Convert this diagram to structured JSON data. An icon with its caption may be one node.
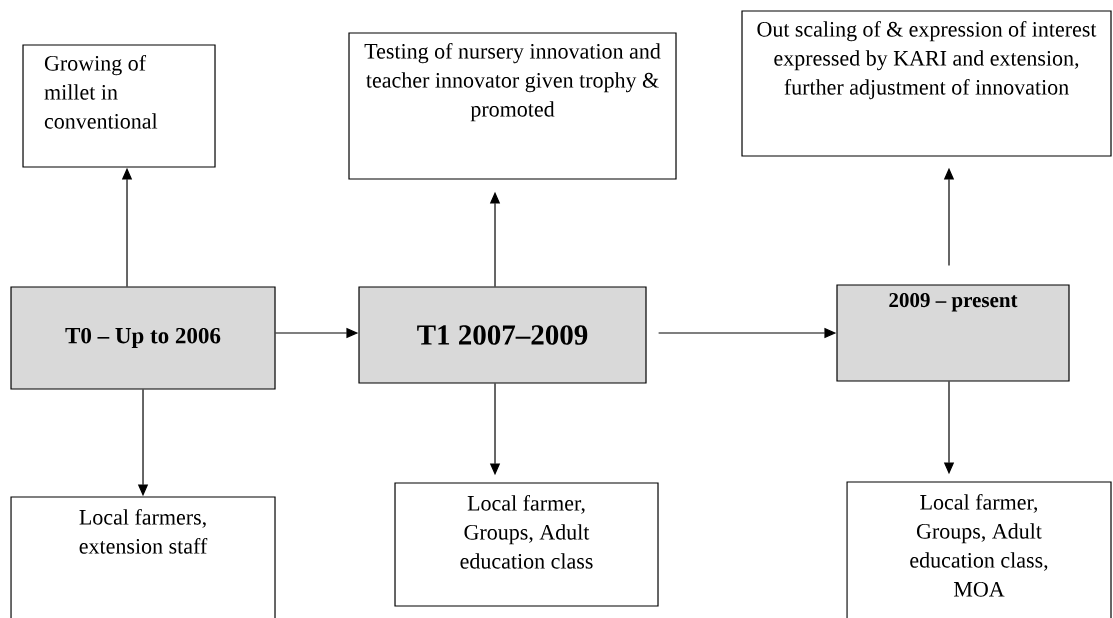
{
  "diagram": {
    "nodes": [
      {
        "text": [
          "T0 – Up to 2006"
        ]
      },
      {
        "text": [
          "T1 2007–2009"
        ]
      },
      {
        "text": [
          "2009 – present"
        ]
      },
      {
        "text": [
          "Growing of millet in conventional"
        ]
      },
      {
        "text": [
          "Testing of nursery innovation and teacher innovator given trophy & promoted"
        ]
      },
      {
        "text": [
          "Out scaling of & expression of interest expressed by KARI and extension, further adjustment of innovation"
        ]
      },
      {
        "text": [
          "Local farmers, extension staff"
        ]
      },
      {
        "text": [
          "Local farmer, Groups, Adult education class"
        ]
      },
      {
        "text": [
          "Local farmer, Groups, Adult education class, MOA"
        ]
      }
    ],
    "edges": [
      {
        "from": 0,
        "to": 3,
        "arrow": "to"
      },
      {
        "from": 1,
        "to": 4,
        "arrow": "to"
      },
      {
        "from": 2,
        "to": 5,
        "arrow": "to"
      },
      {
        "from": 0,
        "to": 1,
        "arrow": "to"
      },
      {
        "from": 1,
        "to": 2,
        "arrow": "to"
      },
      {
        "from": 0,
        "to": 6,
        "arrow": "to"
      },
      {
        "from": 1,
        "to": 7,
        "arrow": "to"
      },
      {
        "from": 2,
        "to": 8,
        "arrow": "to"
      }
    ]
  }
}
